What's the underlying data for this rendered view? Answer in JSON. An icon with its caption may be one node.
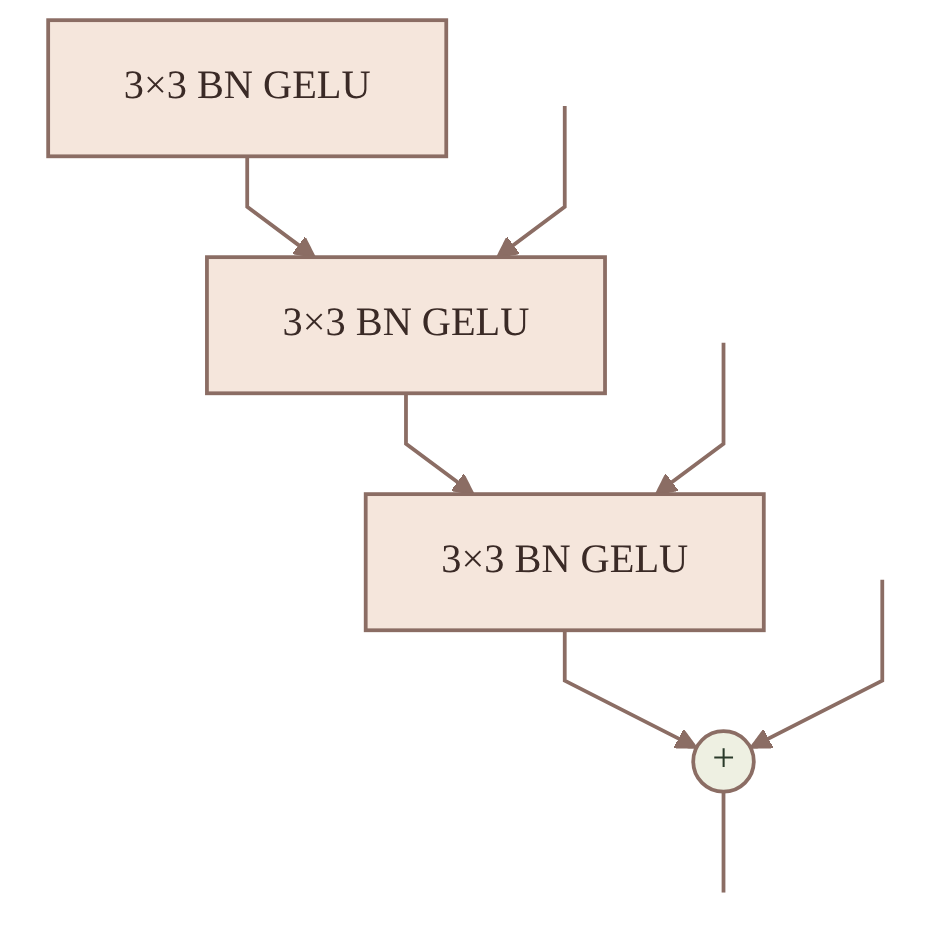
{
  "diagram": {
    "nodes": [
      {
        "text": [
          "3×3 BN GELU"
        ]
      },
      {
        "text": [
          "3×3 BN GELU"
        ]
      },
      {
        "text": [
          "3×3 BN GELU"
        ]
      },
      {
        "text": [
          "+"
        ]
      }
    ],
    "edges": [
      {
        "from": 0,
        "to": 1,
        "arrow": "to"
      },
      {
        "from": 1,
        "to": 2,
        "arrow": "to"
      },
      {
        "from": 2,
        "to": 3,
        "arrow": "to"
      },
      {
        "from": null,
        "to": 1,
        "arrow": "to"
      },
      {
        "from": null,
        "to": 2,
        "arrow": "to"
      },
      {
        "from": null,
        "to": 3,
        "arrow": "to"
      },
      {
        "from": 3,
        "to": null,
        "arrow": "none"
      }
    ]
  }
}
